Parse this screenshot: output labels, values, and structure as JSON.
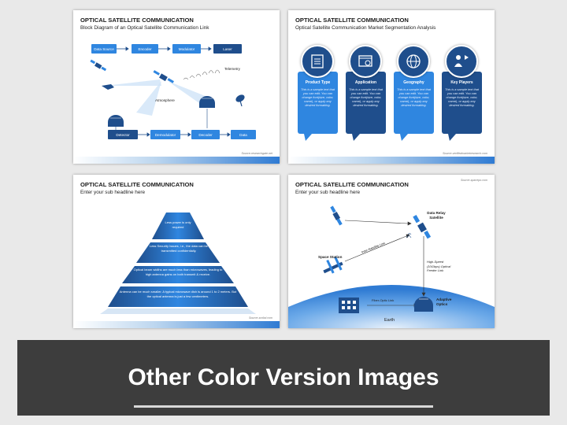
{
  "slide1": {
    "title": "OPTICAL SATELLITE COMMUNICATION",
    "subtitle": "Block Diagram of an Optical Satellite Communication Link",
    "top_row": [
      "Data Source",
      "Encoder",
      "Modulator",
      "Laser"
    ],
    "bottom_row": [
      "Detector",
      "Demodulator",
      "Decoder",
      "Data"
    ],
    "telemetry": "Telemetry",
    "atmosphere": "Atmosphere",
    "source": "Source-researchgate.net"
  },
  "slide2": {
    "title": "OPTICAL SATELLITE COMMUNICATION",
    "subtitle": "Optical Satellite Communication Market Segmentation Analysis",
    "cards": [
      {
        "title": "Product Type",
        "body": "This is a sample text that you can edit. You can change font(size, color, name), or apply any desired formatting."
      },
      {
        "title": "Application",
        "body": "This is a sample text that you can edit. You can change font(size, color, name), or apply any desired formatting."
      },
      {
        "title": "Geography",
        "body": "This is a sample text that you can edit. You can change font(size, color, name), or apply any desired formatting."
      },
      {
        "title": "Key Players",
        "body": "This is a sample text that you can edit. You can change font(size, color, name), or apply any desired formatting."
      }
    ],
    "source": "Source-verifiedmarketresearch.com"
  },
  "slide3": {
    "title": "OPTICAL SATELLITE COMMUNICATION",
    "subtitle": "Enter your sub headline here",
    "levels": [
      "Less power is only required",
      "Less Security Issues, i.e., the data can be transmitted confidentially.",
      "Optical beam widths are much less than microwaves, leading to high antenna gains on both transmit & receive.",
      "Antenna can be much smaller. A typical microwave dish is around 1 to 2 meters. But the optical antenna is just a few centimeters."
    ],
    "source": "Source-scribd.com"
  },
  "slide4": {
    "title": "OPTICAL SATELLITE COMMUNICATION",
    "subtitle": "Enter your sub headline here",
    "source": "Source-spacepo.com",
    "data_relay": "Data Relay Satellite",
    "space_station": "Space Station",
    "inter_link": "Inter-Satellite Link",
    "feeder_link": "High-Speed (10Gbps) Optical Feeder Link",
    "fiber_link": "Fiber-Optic Link",
    "adaptive": "Adaptive Optics",
    "earth": "Earth"
  },
  "banner": {
    "text": "Other Color Version Images"
  },
  "colors": {
    "dark_blue": "#1f4e8c",
    "light_blue": "#2f86e0",
    "banner_bg": "#3d3d3d"
  }
}
